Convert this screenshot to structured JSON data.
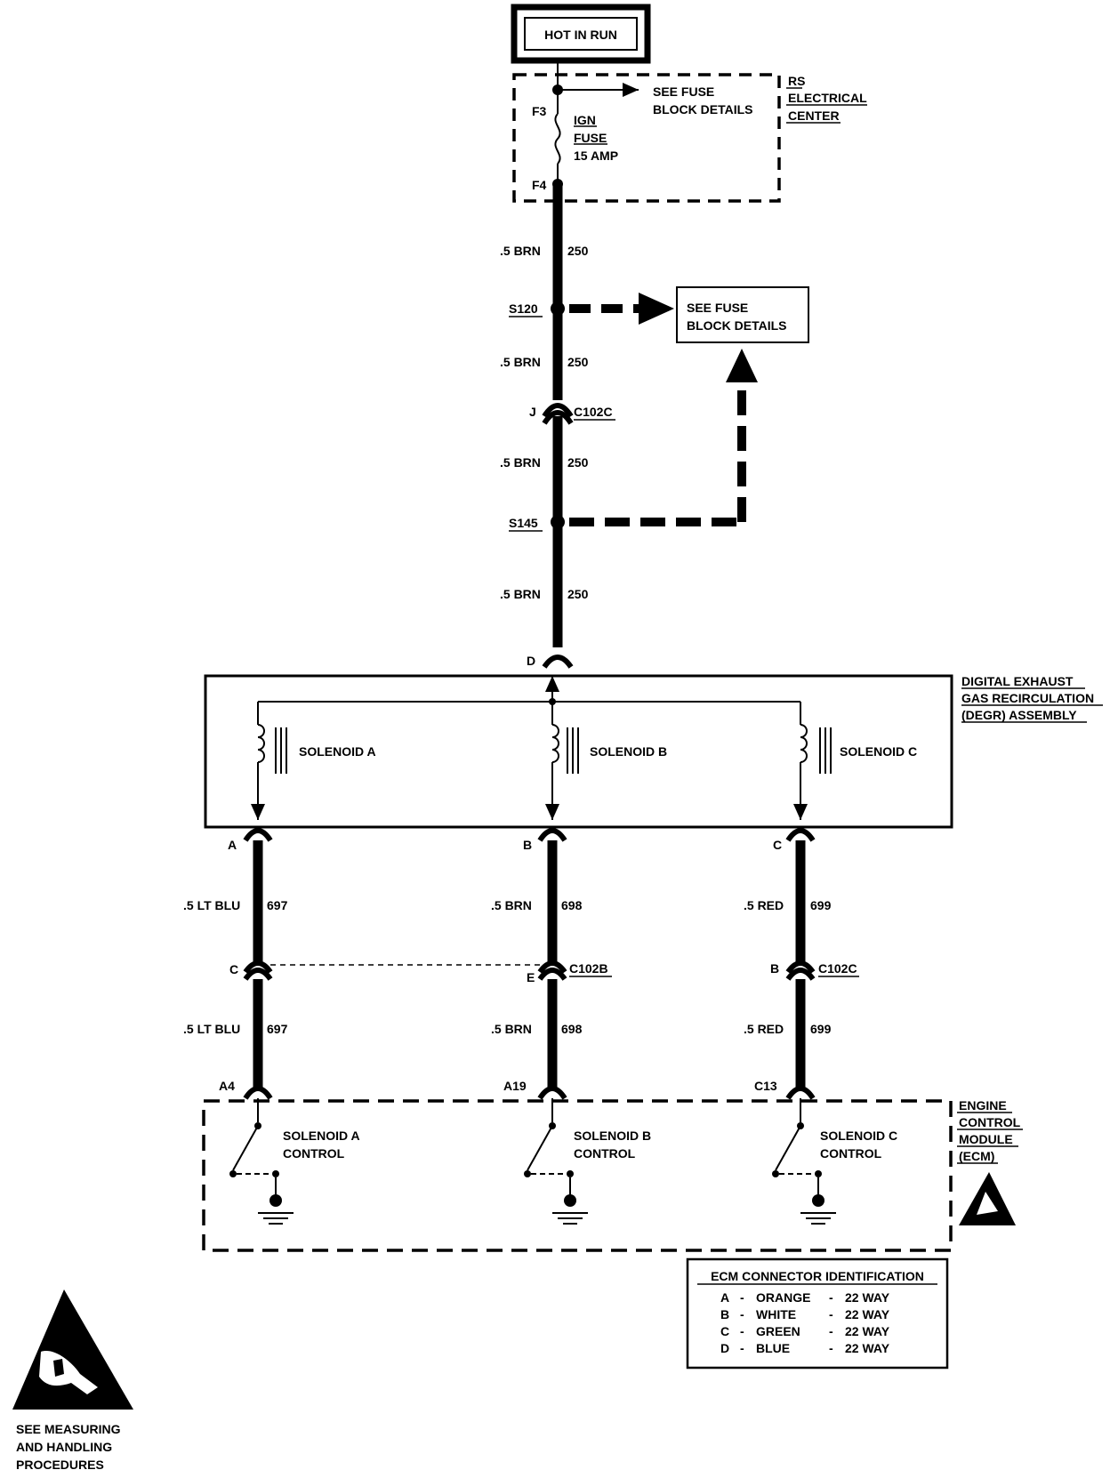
{
  "header": {
    "hot_in_run": "HOT IN RUN"
  },
  "rs_center": {
    "label_1": "RS",
    "label_2": "ELECTRICAL",
    "label_3": "CENTER",
    "pin_top": "F3",
    "pin_bottom": "F4",
    "fuse_1": "IGN",
    "fuse_2": "FUSE",
    "fuse_3": "15 AMP",
    "see_fuse_1": "SEE FUSE",
    "see_fuse_2": "BLOCK DETAILS"
  },
  "main_feed": {
    "wire_size": ".5 BRN",
    "circuit": "250",
    "splice_1": "S120",
    "splice_2": "S145",
    "connector_pin": "J",
    "connector": "C102C",
    "degr_pin": "D"
  },
  "fuse_block_box": {
    "line_1": "SEE FUSE",
    "line_2": "BLOCK DETAILS"
  },
  "degr": {
    "label_1": "DIGITAL EXHAUST",
    "label_2": "GAS RECIRCULATION",
    "label_3": "(DEGR) ASSEMBLY",
    "solenoids": [
      "SOLENOID A",
      "SOLENOID B",
      "SOLENOID C"
    ]
  },
  "branches": [
    {
      "degr_pin": "A",
      "wire": ".5 LT BLU",
      "circuit": "697",
      "mid_pin": "C",
      "ecm_pin": "A4",
      "control_1": "SOLENOID A",
      "control_2": "CONTROL"
    },
    {
      "degr_pin": "B",
      "wire": ".5 BRN",
      "circuit": "698",
      "mid_pin": "E",
      "mid_connector": "C102B",
      "ecm_pin": "A19",
      "control_1": "SOLENOID B",
      "control_2": "CONTROL"
    },
    {
      "degr_pin": "C",
      "wire": ".5 RED",
      "circuit": "699",
      "mid_pin": "B",
      "mid_connector": "C102C",
      "ecm_pin": "C13",
      "control_1": "SOLENOID C",
      "control_2": "CONTROL"
    }
  ],
  "ecm": {
    "label_1": "ENGINE",
    "label_2": "CONTROL",
    "label_3": "MODULE",
    "label_4": "(ECM)"
  },
  "connector_table": {
    "title": "ECM CONNECTOR IDENTIFICATION",
    "rows": [
      {
        "pin": "A",
        "color": "ORANGE",
        "ways": "22 WAY"
      },
      {
        "pin": "B",
        "color": "WHITE",
        "ways": "22 WAY"
      },
      {
        "pin": "C",
        "color": "GREEN",
        "ways": "22 WAY"
      },
      {
        "pin": "D",
        "color": "BLUE",
        "ways": "22 WAY"
      }
    ]
  },
  "esd_note": {
    "line_1": "SEE MEASURING",
    "line_2": "AND HANDLING",
    "line_3": "PROCEDURES"
  }
}
